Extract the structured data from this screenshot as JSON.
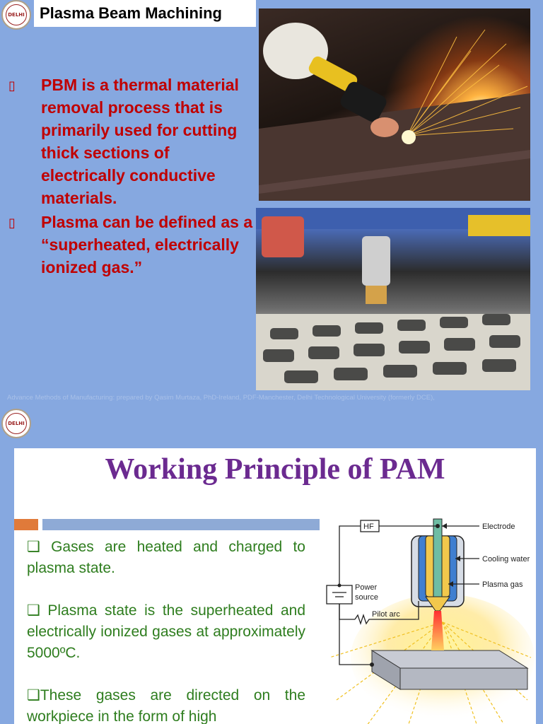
{
  "slide1": {
    "title": "Plasma Beam Machining",
    "bullet_symbol": "▯",
    "bullets": [
      "PBM is a thermal material removal process that is primarily used for cutting thick sections of electrically conductive materials.",
      "Plasma can be defined as a “superheated, electrically ionized gas.”"
    ],
    "footer": "Advance Methods of Manufacturing: prepared  by Qasim Murtaza, PhD-Ireland, PDF-Manchester, Delhi Technological University (formerly DCE),",
    "logo_text": "DELHI"
  },
  "slide2": {
    "title": "Working Principle of PAM",
    "paragraphs": [
      "❑ Gases are heated and charged to plasma state.",
      "❑ Plasma state is the superheated and electrically ionized gases at approximately 5000ºC.",
      "❑These gases are directed on the workpiece in the form of high"
    ],
    "diagram": {
      "hf": "HF",
      "power_source": [
        "Power",
        "source"
      ],
      "pilot_arc": "Pilot arc",
      "electrode": "Electrode",
      "cooling_water": "Cooling water",
      "plasma_gas": "Plasma gas"
    }
  },
  "colors": {
    "background": "#86a8e0",
    "bullet_red": "#c00000",
    "slide2_title_purple": "#6b2a90",
    "text_green": "#2e7d1e"
  }
}
